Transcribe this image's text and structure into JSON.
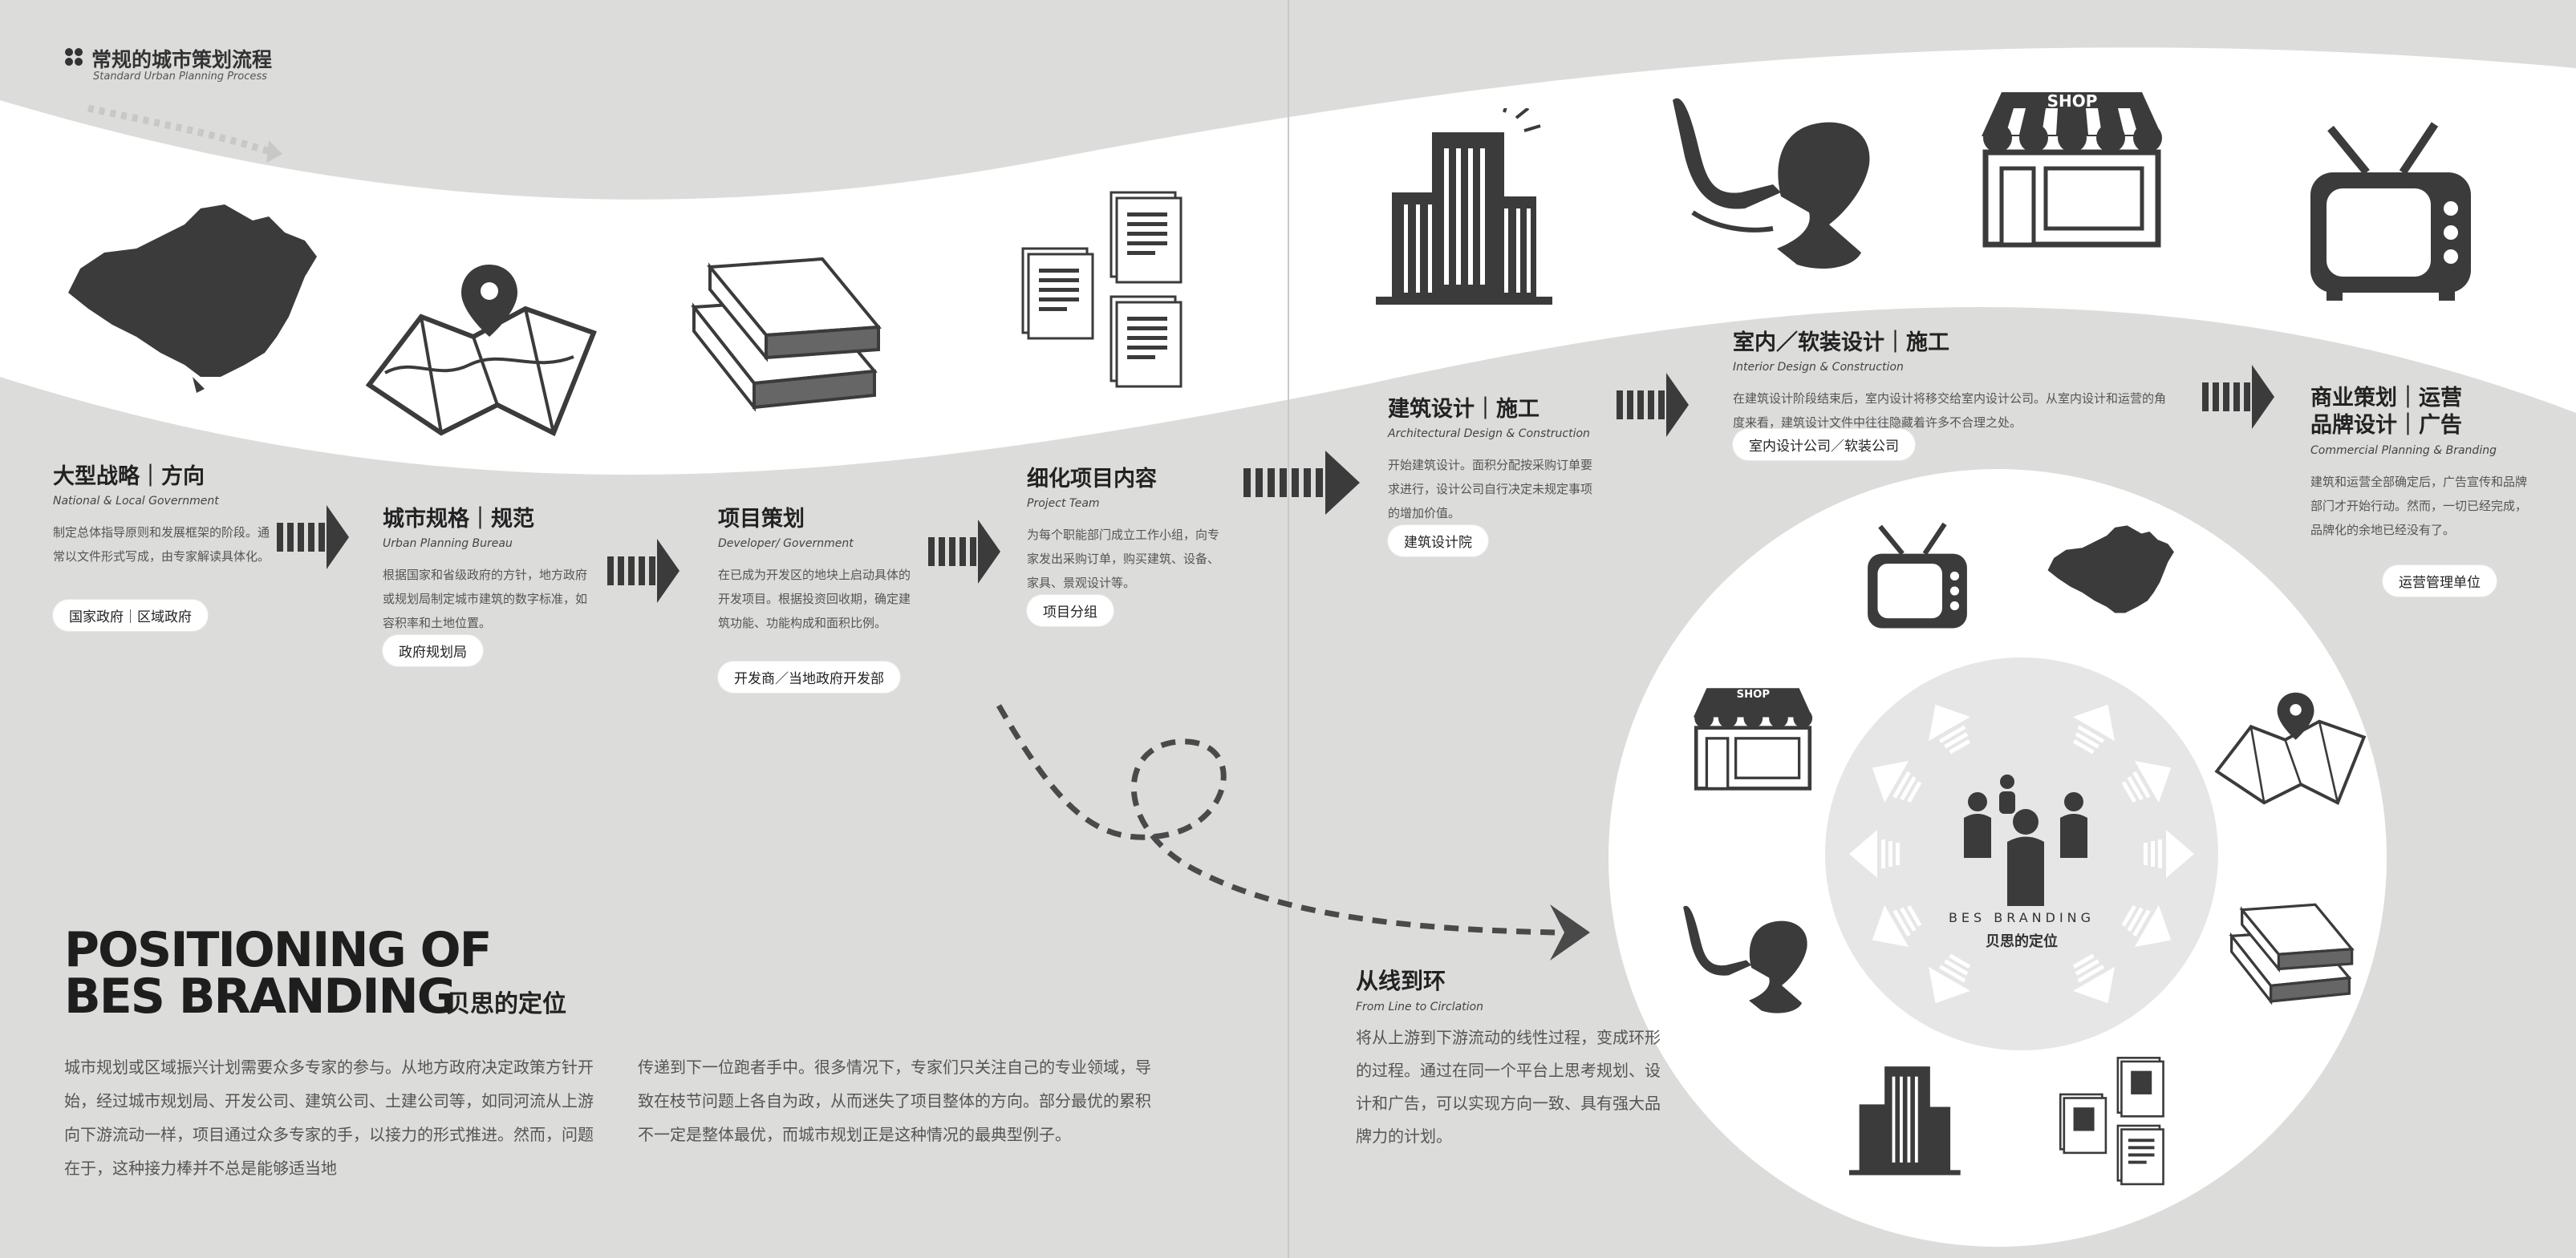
{
  "header": {
    "title": "常规的城市策划流程",
    "subtitle": "Standard Urban Planning Process"
  },
  "steps": [
    {
      "title": "大型战略｜方向",
      "subtitle": "National & Local Government",
      "desc": "制定总体指导原则和发展框架的阶段。通常以文件形式写成，由专家解读具体化。",
      "tag": "国家政府｜区域政府"
    },
    {
      "title": "城市规格｜规范",
      "subtitle": "Urban Planning Bureau",
      "desc": "根据国家和省级政府的方针，地方政府或规划局制定城市建筑的数字标准，如容积率和土地位置。",
      "tag": "政府规划局"
    },
    {
      "title": "项目策划",
      "subtitle": "Developer/ Government",
      "desc": "在已成为开发区的地块上启动具体的开发项目。根据投资回收期，确定建筑功能、功能构成和面积比例。",
      "tag": "开发商／当地政府开发部"
    },
    {
      "title": "细化项目内容",
      "subtitle": "Project Team",
      "desc": "为每个职能部门成立工作小组，向专家发出采购订单，购买建筑、设备、家具、景观设计等。",
      "tag": "项目分组"
    },
    {
      "title": "建筑设计｜施工",
      "subtitle": "Architectural Design & Construction",
      "desc": "开始建筑设计。面积分配按采购订单要求进行，设计公司自行决定未规定事项的增加价值。",
      "tag": "建筑设计院"
    },
    {
      "title": "室内／软装设计｜施工",
      "subtitle": "Interior Design & Construction",
      "desc": "在建筑设计阶段结束后，室内设计将移交给室内设计公司。从室内设计和运营的角度来看，建筑设计文件中往往隐藏着许多不合理之处。",
      "tag": "室内设计公司／软装公司"
    },
    {
      "title": "商业策划｜运营\n品牌设计｜广告",
      "subtitle": "Commercial Planning & Branding",
      "desc": "建筑和运营全部确定后，广告宣传和品牌部门才开始行动。然而，一切已经完成，品牌化的余地已经没有了。",
      "tag": "运营管理单位"
    }
  ],
  "positioning": {
    "title_line1": "POSITIONING OF",
    "title_line2": "BES BRANDING",
    "title_cn": "贝思的定位",
    "col1": "城市规划或区域振兴计划需要众多专家的参与。从地方政府决定政策方针开始，经过城市规划局、开发公司、建筑公司、土建公司等，如同河流从上游向下游流动一样，项目通过众多专家的手，以接力的形式推进。然而，问题在于，这种接力棒并不总是能够适当地",
    "col2": "传递到下一位跑者手中。很多情况下，专家们只关注自己的专业领域，导致在枝节问题上各自为政，从而迷失了项目整体的方向。部分最优的累积不一定是整体最优，而城市规划正是这种情况的最典型例子。"
  },
  "line_to_circle": {
    "title": "从线到环",
    "subtitle": "From Line to Circlation",
    "desc": "将从上游到下游流动的线性过程，变成环形的过程。通过在同一个平台上思考规划、设计和广告，可以实现方向一致、具有强大品牌力的计划。"
  },
  "center": {
    "label_en": "BES BRANDING",
    "label_cn": "贝思的定位"
  },
  "icons": {
    "shop_label": "SHOP"
  },
  "colors": {
    "background": "#dcdcdb",
    "band": "#ffffff",
    "ink": "#3a3a3a"
  }
}
